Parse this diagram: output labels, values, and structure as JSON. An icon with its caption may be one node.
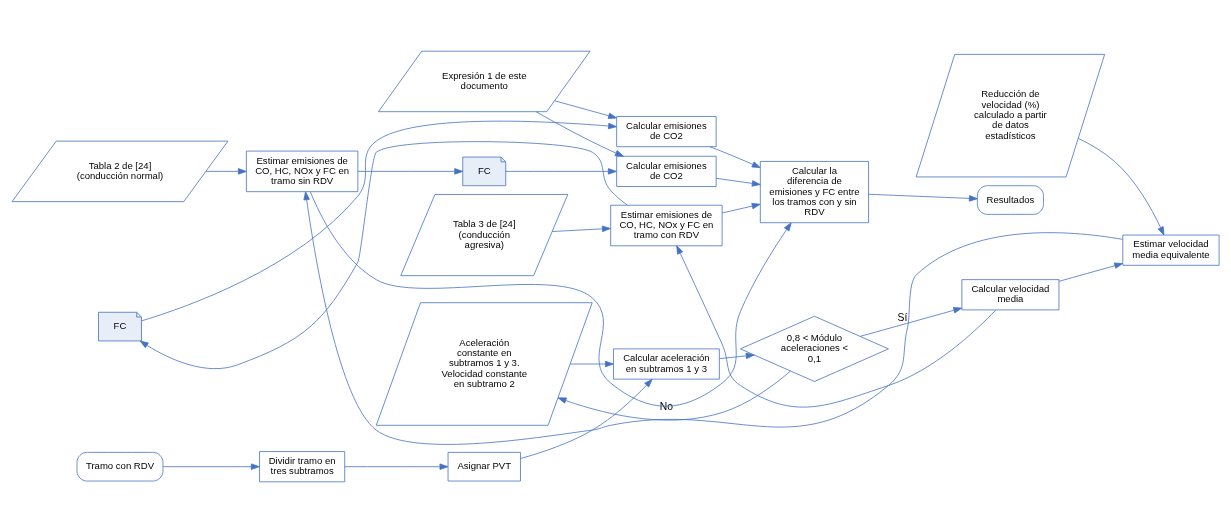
{
  "diagram": {
    "nodes": [
      {
        "text": [
          "Tramo con RDV"
        ]
      },
      {
        "text": [
          "Dividir tramo en tres subtramos"
        ]
      },
      {
        "text": [
          "Asignar PVT"
        ]
      },
      {
        "text": [
          "Aceleración constante en subtramos 1 y 3. Velocidad constante en subtramo 2"
        ]
      },
      {
        "text": [
          "Calcular aceleración en subtramos 1 y 3"
        ]
      },
      {
        "text": [
          "0,8 < Módulo aceleraciones < 0,1"
        ]
      },
      {
        "text": [
          "Tabla 3 de [24] (conducción agresiva)"
        ]
      },
      {
        "text": [
          "Calcular emisiones de CO2"
        ]
      },
      {
        "text": [
          "FC"
        ]
      },
      {
        "text": [
          "Estimar emisiones de CO, HC, NOx y FC en tramo con RDV"
        ]
      },
      {
        "text": [
          "Calcular velocidad media"
        ]
      },
      {
        "text": [
          "Calcular la diferencia de emisiones y FC entre los tramos con y sin RDV"
        ]
      },
      {
        "text": [
          "Expresión 1 de este documento"
        ]
      },
      {
        "text": [
          "Estimar emisiones de CO, HC, NOx y FC en tramo sin RDV"
        ]
      },
      {
        "text": [
          "FC"
        ]
      },
      {
        "text": [
          "Estimar velocidad media equivalente"
        ]
      },
      {
        "text": [
          "Calcular emisiones de CO2"
        ]
      },
      {
        "text": [
          "Tabla 2 de [24] (conducción normal)"
        ]
      },
      {
        "text": [
          "Reducción de velocidad (%) calculado a partir de datos estadísticos"
        ]
      },
      {
        "text": [
          "Resultados"
        ]
      }
    ],
    "edges": [
      {
        "from": 0,
        "to": 1,
        "arrow": "to"
      },
      {
        "from": 1,
        "to": 2,
        "arrow": "to"
      },
      {
        "from": 2,
        "to": 4,
        "arrow": "to"
      },
      {
        "from": 3,
        "to": 4,
        "arrow": "to"
      },
      {
        "from": 4,
        "to": 5,
        "arrow": "to"
      },
      {
        "from": 5,
        "to": 3,
        "arrow": "to",
        "label": "No"
      },
      {
        "from": 5,
        "to": 10,
        "arrow": "to",
        "label": "Sí"
      },
      {
        "from": 6,
        "to": 9,
        "arrow": "to"
      },
      {
        "from": 10,
        "to": 9,
        "arrow": "to"
      },
      {
        "from": 9,
        "to": 8,
        "arrow": "to"
      },
      {
        "from": 8,
        "to": 7,
        "arrow": "to"
      },
      {
        "from": 9,
        "to": 11,
        "arrow": "to"
      },
      {
        "from": 7,
        "to": 11,
        "arrow": "to"
      },
      {
        "from": 12,
        "to": 7,
        "arrow": "to"
      },
      {
        "from": 12,
        "to": 16,
        "arrow": "to"
      },
      {
        "from": 10,
        "to": 15,
        "arrow": "to"
      },
      {
        "from": 18,
        "to": 15,
        "arrow": "to"
      },
      {
        "from": 15,
        "to": 13,
        "arrow": "to"
      },
      {
        "from": 17,
        "to": 13,
        "arrow": "to"
      },
      {
        "from": 13,
        "to": 14,
        "arrow": "to"
      },
      {
        "from": 14,
        "to": 16,
        "arrow": "to"
      },
      {
        "from": 16,
        "to": 11,
        "arrow": "to"
      },
      {
        "from": 13,
        "to": 11,
        "arrow": "to"
      },
      {
        "from": 11,
        "to": 19,
        "arrow": "to"
      }
    ]
  }
}
